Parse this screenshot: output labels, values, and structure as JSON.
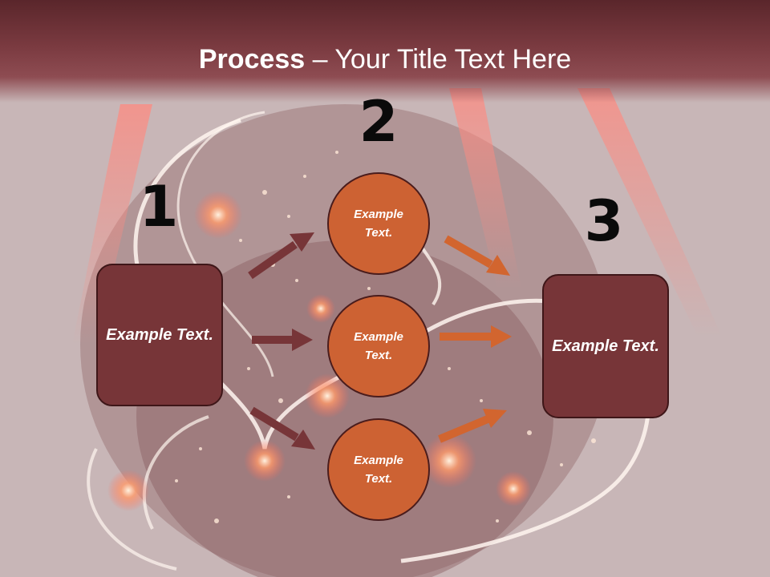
{
  "slide": {
    "title_bold": "Process",
    "title_rest": " – Your Title Text Here"
  },
  "steps": [
    {
      "number": "1",
      "label": "Example Text."
    },
    {
      "number": "2",
      "labels": [
        "Example Text.",
        "Example Text.",
        "Example Text."
      ]
    },
    {
      "number": "3",
      "label": "Example Text."
    }
  ],
  "colors": {
    "box_fill": "#773538",
    "circle_fill": "#cd6233",
    "arrow_dark": "#773538",
    "arrow_orange": "#d2652f",
    "title_bar": "#6e3237"
  }
}
